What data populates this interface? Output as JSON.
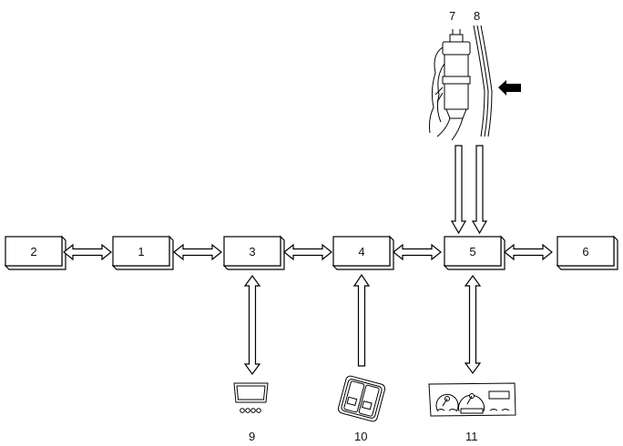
{
  "diagram": {
    "boxes": [
      {
        "id": "2",
        "label": "2"
      },
      {
        "id": "1",
        "label": "1"
      },
      {
        "id": "3",
        "label": "3"
      },
      {
        "id": "4",
        "label": "4"
      },
      {
        "id": "5",
        "label": "5"
      },
      {
        "id": "6",
        "label": "6"
      }
    ],
    "connections": [
      {
        "from": "2",
        "to": "1",
        "type": "bidirectional"
      },
      {
        "from": "1",
        "to": "3",
        "type": "bidirectional"
      },
      {
        "from": "3",
        "to": "4",
        "type": "bidirectional"
      },
      {
        "from": "4",
        "to": "5",
        "type": "bidirectional"
      },
      {
        "from": "5",
        "to": "6",
        "type": "bidirectional"
      },
      {
        "from": "3",
        "to": "9",
        "type": "bidirectional"
      },
      {
        "from": "10",
        "to": "4",
        "type": "unidirectional"
      },
      {
        "from": "5",
        "to": "11",
        "type": "bidirectional"
      },
      {
        "from": "7",
        "to": "5",
        "type": "unidirectional"
      },
      {
        "from": "8",
        "to": "5",
        "type": "unidirectional"
      }
    ],
    "components": {
      "sensor": {
        "label": "7",
        "icon": "sensor-unit-icon"
      },
      "pipe": {
        "label": "8",
        "icon": "pipe-icon"
      },
      "display": {
        "label": "9",
        "icon": "display-monitor-icon"
      },
      "switches": {
        "label": "10",
        "icon": "rocker-switch-panel-icon"
      },
      "cluster": {
        "label": "11",
        "icon": "instrument-cluster-icon"
      }
    }
  }
}
